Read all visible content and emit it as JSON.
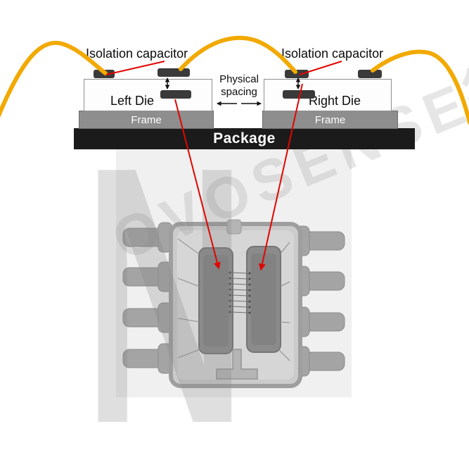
{
  "schematic": {
    "left_isolation_label": "Isolation capacitor",
    "right_isolation_label": "Isolation capacitor",
    "left_die_label": "Left Die",
    "right_die_label": "Right Die",
    "left_frame_label": "Frame",
    "right_frame_label": "Frame",
    "package_label": "Package",
    "physical_spacing_line1": "Physical",
    "physical_spacing_line2": "spacing"
  },
  "watermark": {
    "logo_letter": "N",
    "diagonal_text": "OVOSENSE微电子"
  },
  "colors": {
    "bond_wire": "#F2A900",
    "annotation": "#E10600",
    "package": "#1B1B1B",
    "frame": "#8E8E8E",
    "capacitor_plate": "#3A3A3A"
  }
}
